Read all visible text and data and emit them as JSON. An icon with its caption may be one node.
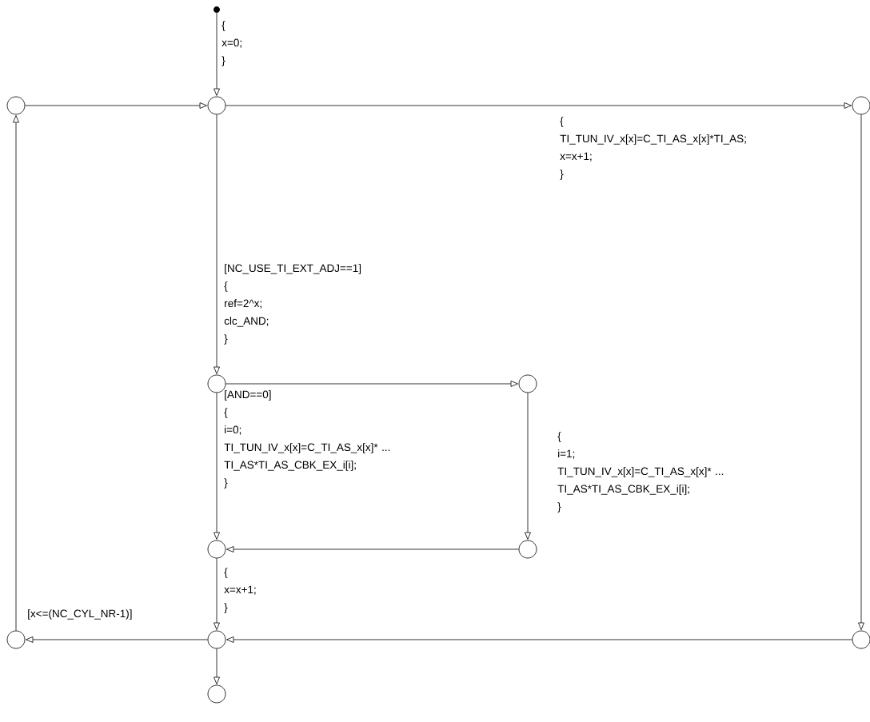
{
  "diagram": {
    "nodes": [
      {
        "text": [],
        "shape": "dot"
      },
      {
        "text": [],
        "shape": "circle"
      },
      {
        "text": [],
        "shape": "circle"
      },
      {
        "text": [],
        "shape": "circle"
      },
      {
        "text": [],
        "shape": "circle"
      },
      {
        "text": [],
        "shape": "circle"
      },
      {
        "text": [],
        "shape": "circle"
      },
      {
        "text": [],
        "shape": "circle"
      },
      {
        "text": [],
        "shape": "circle"
      },
      {
        "text": [],
        "shape": "circle"
      },
      {
        "text": [],
        "shape": "circle"
      },
      {
        "text": [],
        "shape": "circle"
      }
    ],
    "edges": [
      {
        "from": 0,
        "to": 2,
        "arrow": "to",
        "label": "{ x=0; }"
      },
      {
        "from": 1,
        "to": 2,
        "arrow": "to"
      },
      {
        "from": 2,
        "to": 3,
        "arrow": "to",
        "label": "{ TI_TUN_IV_x[x]=C_TI_AS_x[x]*TI_AS; x=x+1; }"
      },
      {
        "from": 3,
        "to": 10,
        "arrow": "to"
      },
      {
        "from": 2,
        "to": 4,
        "arrow": "to",
        "label": "[NC_USE_TI_EXT_ADJ==1] { ref=2^x; clc_AND; }"
      },
      {
        "from": 4,
        "to": 5,
        "arrow": "to"
      },
      {
        "from": 4,
        "to": 6,
        "arrow": "to",
        "label": "[AND==0] { i=0; TI_TUN_IV_x[x]=C_TI_AS_x[x]* ... TI_AS*TI_AS_CBK_EX_i[i]; }"
      },
      {
        "from": 5,
        "to": 7,
        "arrow": "to",
        "label": "{ i=1; TI_TUN_IV_x[x]=C_TI_AS_x[x]* ... TI_AS*TI_AS_CBK_EX_i[i]; }"
      },
      {
        "from": 7,
        "to": 6,
        "arrow": "to"
      },
      {
        "from": 6,
        "to": 9,
        "arrow": "to",
        "label": "{ x=x+1; }"
      },
      {
        "from": 10,
        "to": 9,
        "arrow": "to"
      },
      {
        "from": 9,
        "to": 8,
        "arrow": "to",
        "label": "[x<=(NC_CYL_NR-1)]"
      },
      {
        "from": 8,
        "to": 1,
        "arrow": "to"
      },
      {
        "from": 9,
        "to": 11,
        "arrow": "to"
      }
    ]
  }
}
